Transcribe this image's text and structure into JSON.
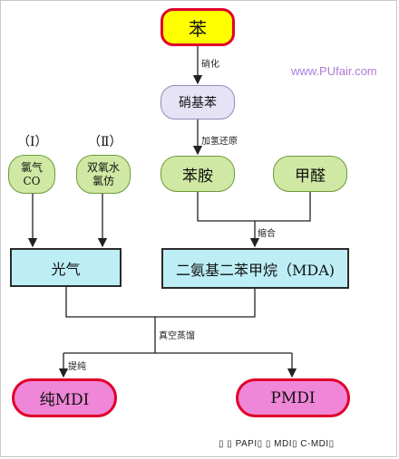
{
  "watermark": "www.PUfair.com",
  "nodes": {
    "benzene": "苯",
    "nitrobenzene": "硝基苯",
    "chlorine_co": "氯气\nCO",
    "hydrogen_peroxide_chloroform": "双氧水\n氯仿",
    "aniline": "苯胺",
    "formaldehyde": "甲醛",
    "phosgene": "光气",
    "mda": "二氨基二苯甲烷（MDA)",
    "pure_mdi": "纯MDI",
    "pmdi": "PMDI"
  },
  "route_labels": {
    "route_1": "（Ⅰ）",
    "route_2": "（Ⅱ）"
  },
  "edge_labels": {
    "nitration": "硝化",
    "hydrogenation": "加氢还原",
    "condensation": "缩合",
    "vacuum_distillation": "真空蒸馏",
    "purification": "提纯"
  },
  "footer": "▯ ▯ PAPI▯ ▯ MDI▯ C-MDI▯",
  "colors": {
    "benzene_fill": "#ffff00",
    "red_border": "#e0002a",
    "purple_fill": "#e7e3f6",
    "green_fill": "#cfe8a3",
    "cyan_fill": "#bdeef6",
    "pink_fill": "#ef86d8"
  }
}
